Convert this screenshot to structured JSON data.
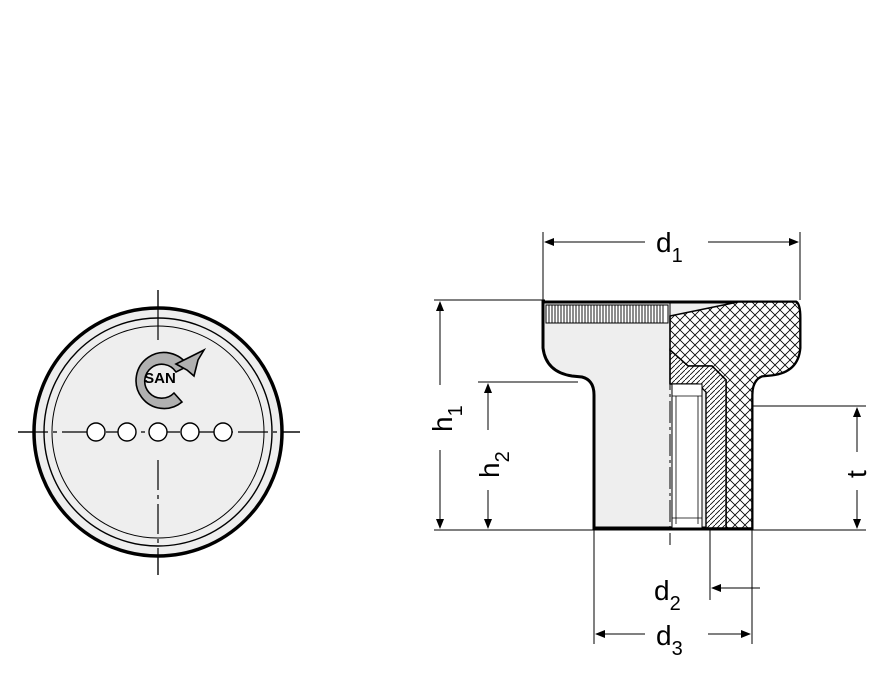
{
  "dimensions": {
    "d1": {
      "letter": "d",
      "sub": "1"
    },
    "d2": {
      "letter": "d",
      "sub": "2"
    },
    "d3": {
      "letter": "d",
      "sub": "3"
    },
    "h1": {
      "letter": "h",
      "sub": "1"
    },
    "h2": {
      "letter": "h",
      "sub": "2"
    },
    "t": {
      "letter": "t",
      "sub": ""
    }
  },
  "logo": {
    "text": "SAN"
  },
  "colors": {
    "line": "#000000",
    "fill_light": "#eeeeee",
    "logo_gray": "#b0b0b0"
  }
}
